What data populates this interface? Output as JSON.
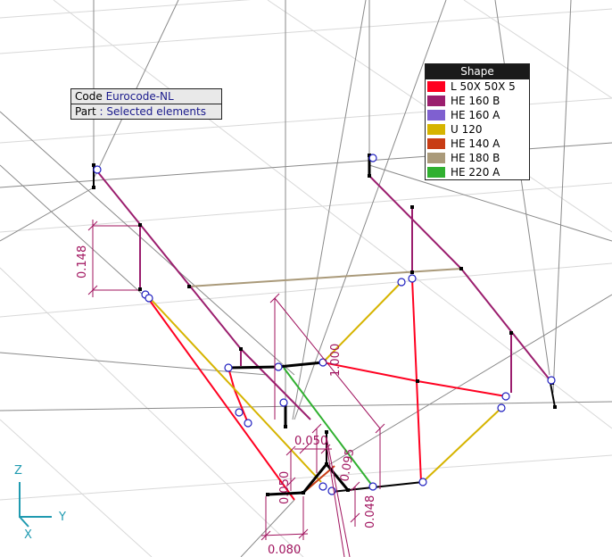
{
  "info": {
    "code_label": "Code",
    "code_value": "Eurocode-NL",
    "part_label": "Part",
    "part_value": ": Selected elements"
  },
  "legend": {
    "title": "Shape",
    "items": [
      {
        "label": "L  50X 50X 5",
        "color": "#ff0020"
      },
      {
        "label": "HE  160 B",
        "color": "#9b1e6e"
      },
      {
        "label": "HE  160 A",
        "color": "#7f60d0"
      },
      {
        "label": "U 120",
        "color": "#d6b400"
      },
      {
        "label": "HE  140 A",
        "color": "#c83c14"
      },
      {
        "label": "HE  180 B",
        "color": "#aa9a7a"
      },
      {
        "label": "HE  220 A",
        "color": "#30b030"
      }
    ]
  },
  "dimensions": {
    "d1": "0.148",
    "d2": "1.000",
    "d3": "0.050",
    "d4": "0.050",
    "d5": "0.095",
    "d6": "0.048",
    "d7": "0.080"
  },
  "axes": {
    "z": "Z",
    "y": "Y",
    "x": "X"
  },
  "colors": {
    "dimension": "#a0135e",
    "axis": "#1f9ab0",
    "node_ring": "#2020c0"
  }
}
